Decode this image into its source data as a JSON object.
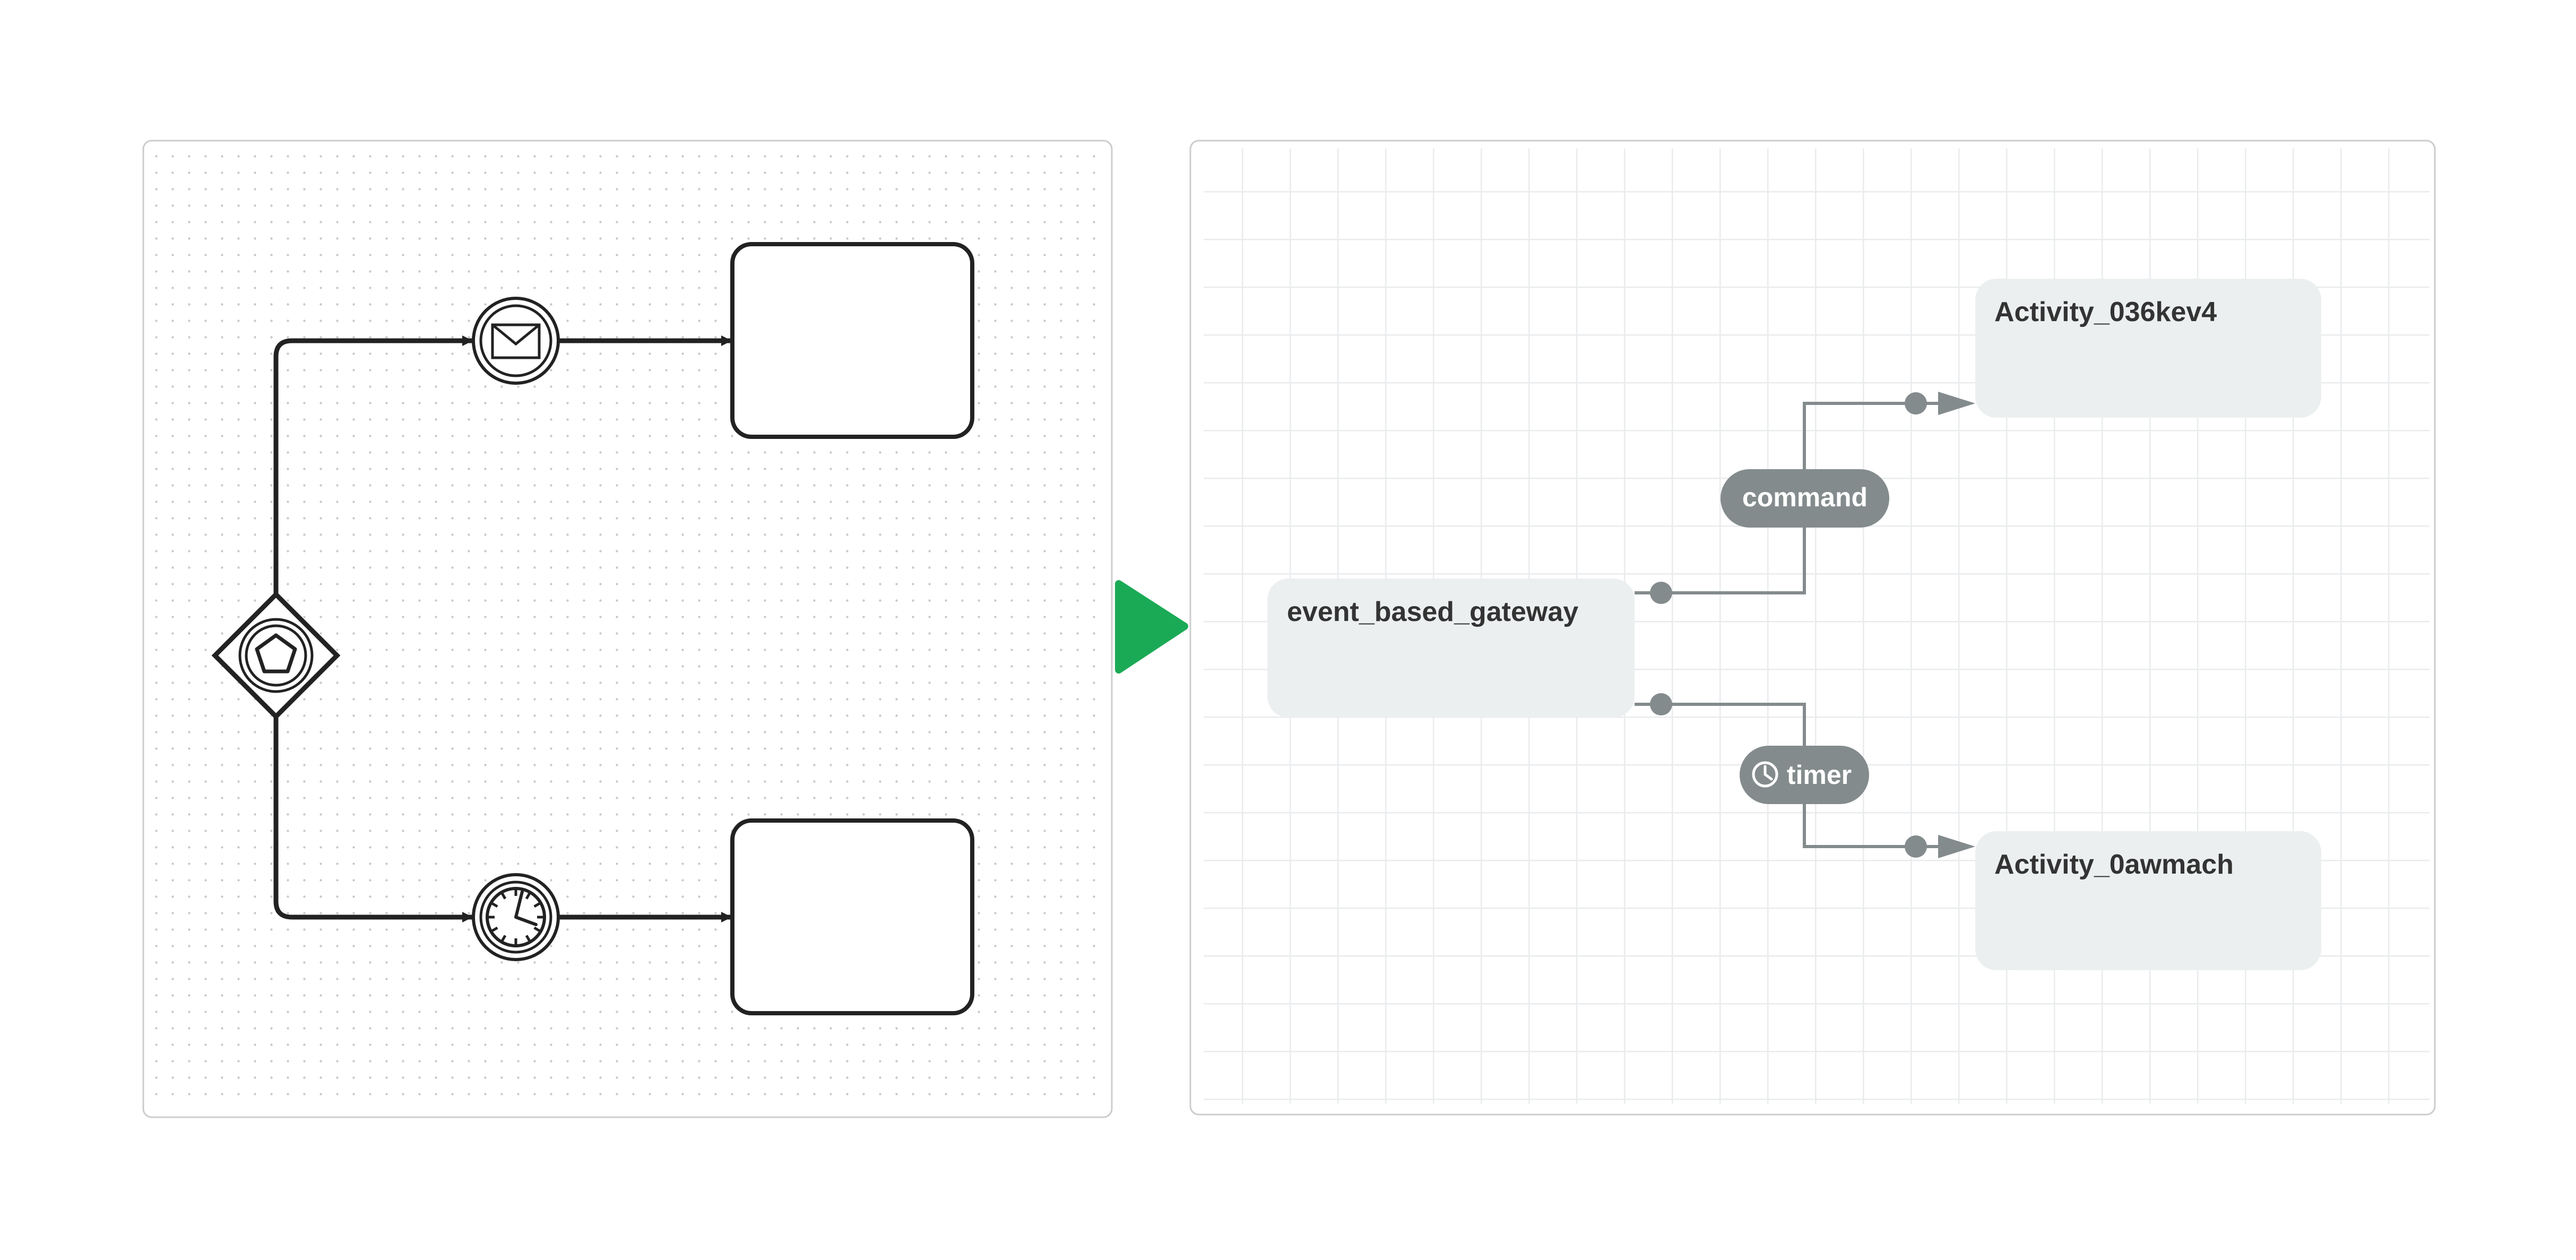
{
  "colors": {
    "bpmn_stroke": "#222222",
    "panel_border": "#cccccc",
    "dot_grid": "#c8c8c8",
    "grid_line": "#e9ebec",
    "node_fill": "#eceff0",
    "node_text": "#333333",
    "edge": "#848b8d",
    "label_fill": "#848b8d",
    "label_text": "#ffffff",
    "arrow_green": "#1aaa55"
  },
  "left_diagram": {
    "gateway_icon": "event-based-gateway-pentagon-icon",
    "upper_event_icon": "envelope-icon",
    "lower_event_icon": "clock-icon"
  },
  "transition_icon": "play-triangle-icon",
  "right_diagram": {
    "gateway_label": "event_based_gateway",
    "upper_activity_label": "Activity_036kev4",
    "lower_activity_label": "Activity_0awmach",
    "upper_edge_label": "command",
    "lower_edge_label": "timer",
    "lower_edge_icon": "clock-icon"
  }
}
